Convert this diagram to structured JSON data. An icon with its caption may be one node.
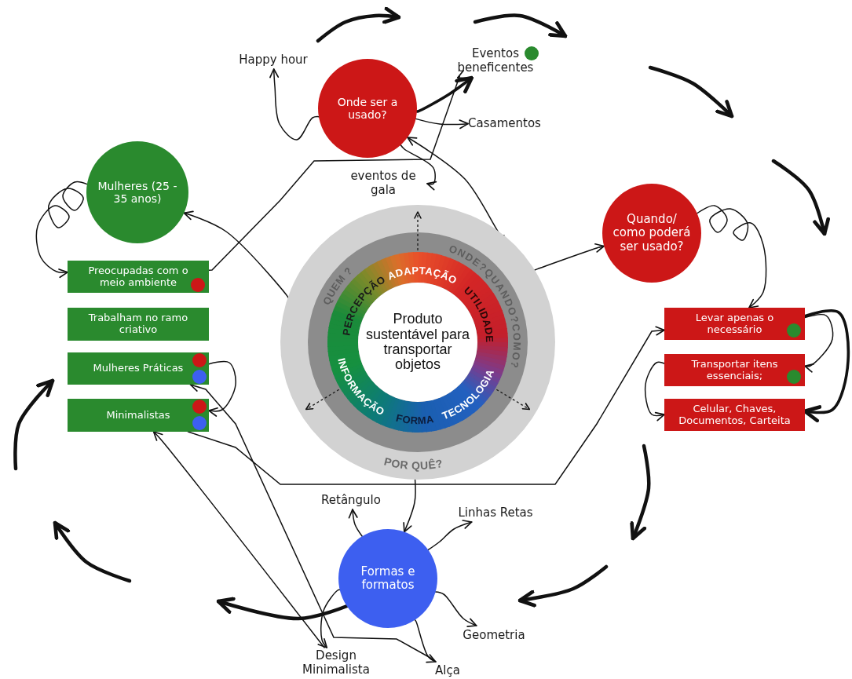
{
  "diagram": {
    "nodes": [
      {
        "text": [
          "Produto sustentável para transportar objetos"
        ]
      },
      {
        "text": [
          "Onde ser a usado?"
        ]
      },
      {
        "text": [
          "Happy hour"
        ]
      },
      {
        "text": [
          "Eventos beneficentes"
        ]
      },
      {
        "text": [
          "Casamentos"
        ]
      },
      {
        "text": [
          "eventos de gala"
        ]
      },
      {
        "text": [
          "Mulheres  (25 - 35 anos)"
        ]
      },
      {
        "text": [
          "Preocupadas com o meio ambiente"
        ]
      },
      {
        "text": [
          "Trabalham no ramo criativo"
        ]
      },
      {
        "text": [
          "Mulheres Práticas"
        ]
      },
      {
        "text": [
          "Minimalistas"
        ]
      },
      {
        "text": [
          "Quando/ como poderá ser usado?"
        ]
      },
      {
        "text": [
          "Levar apenas o necessário"
        ]
      },
      {
        "text": [
          "Transportar itens essenciais;"
        ]
      },
      {
        "text": [
          "Celular, Chaves, Documentos, Carteita"
        ]
      },
      {
        "text": [
          "Formas e formatos"
        ]
      },
      {
        "text": [
          "Retângulo"
        ]
      },
      {
        "text": [
          "Linhas Retas"
        ]
      },
      {
        "text": [
          "Geometria"
        ]
      },
      {
        "text": [
          "Design Minimalista"
        ]
      },
      {
        "text": [
          "Alça"
        ]
      }
    ],
    "edges": [
      {
        "from": 0,
        "to": 1,
        "arrow": "to"
      },
      {
        "from": 0,
        "to": 6,
        "arrow": "to"
      },
      {
        "from": 0,
        "to": 11,
        "arrow": "to"
      },
      {
        "from": 0,
        "to": 15,
        "arrow": "to"
      },
      {
        "from": 1,
        "to": 2,
        "arrow": "to"
      },
      {
        "from": 1,
        "to": 3,
        "arrow": "to",
        "style": "thick"
      },
      {
        "from": 1,
        "to": 4,
        "arrow": "to"
      },
      {
        "from": 1,
        "to": 5,
        "arrow": "to"
      },
      {
        "from": 7,
        "to": 3,
        "arrow": "to"
      },
      {
        "from": 6,
        "to": 7,
        "arrow": "to"
      },
      {
        "from": 9,
        "to": 10,
        "arrow": "to"
      },
      {
        "from": 10,
        "to": 12,
        "arrow": "to"
      },
      {
        "from": 20,
        "to": 9,
        "arrow": "to"
      },
      {
        "from": 19,
        "to": 10,
        "arrow": "to"
      },
      {
        "from": 15,
        "to": 16,
        "arrow": "to"
      },
      {
        "from": 15,
        "to": 17,
        "arrow": "to"
      },
      {
        "from": 15,
        "to": 18,
        "arrow": "to"
      },
      {
        "from": 15,
        "to": 19,
        "arrow": "to"
      },
      {
        "from": 15,
        "to": 20,
        "arrow": "to"
      },
      {
        "from": 11,
        "to": 12,
        "arrow": "to"
      },
      {
        "from": 12,
        "to": 13,
        "arrow": "to"
      },
      {
        "from": 12,
        "to": 14,
        "arrow": "to",
        "style": "thick"
      },
      {
        "from": 13,
        "to": 14,
        "arrow": "to"
      }
    ],
    "labels": [
      "QUEM ?",
      "ONDE?QUANDO?COMO?",
      "PERCEPÇÃO",
      "ADAPTAÇÃO",
      "UTILIDADE",
      "INFORMAÇÃO",
      "FORMA",
      "TECNOLOGIA",
      "POR QUÊ?"
    ]
  }
}
